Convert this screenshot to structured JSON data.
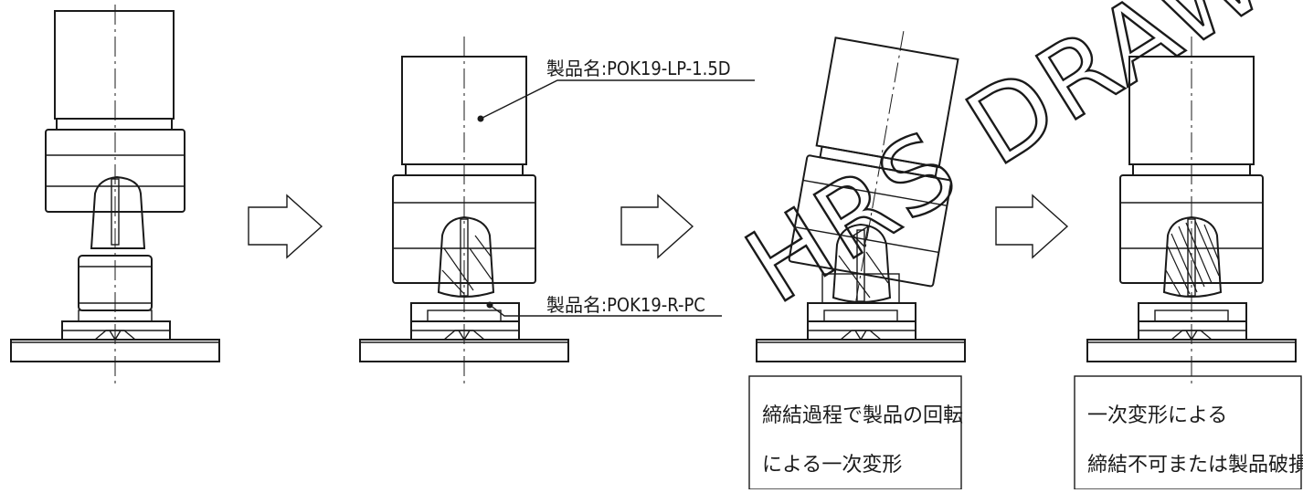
{
  "diagram": {
    "label_plug": "製品名:POK19-LP-1.5D",
    "label_receptacle": "製品名:POK19-R-PC",
    "note_step3": [
      "締結過程で製品の回転",
      "による一次変形"
    ],
    "note_step4": [
      "一次変形による",
      "締結不可または製品破損"
    ],
    "watermark": "HRS DRAWING",
    "arrow_icon": "right-block-arrow"
  }
}
